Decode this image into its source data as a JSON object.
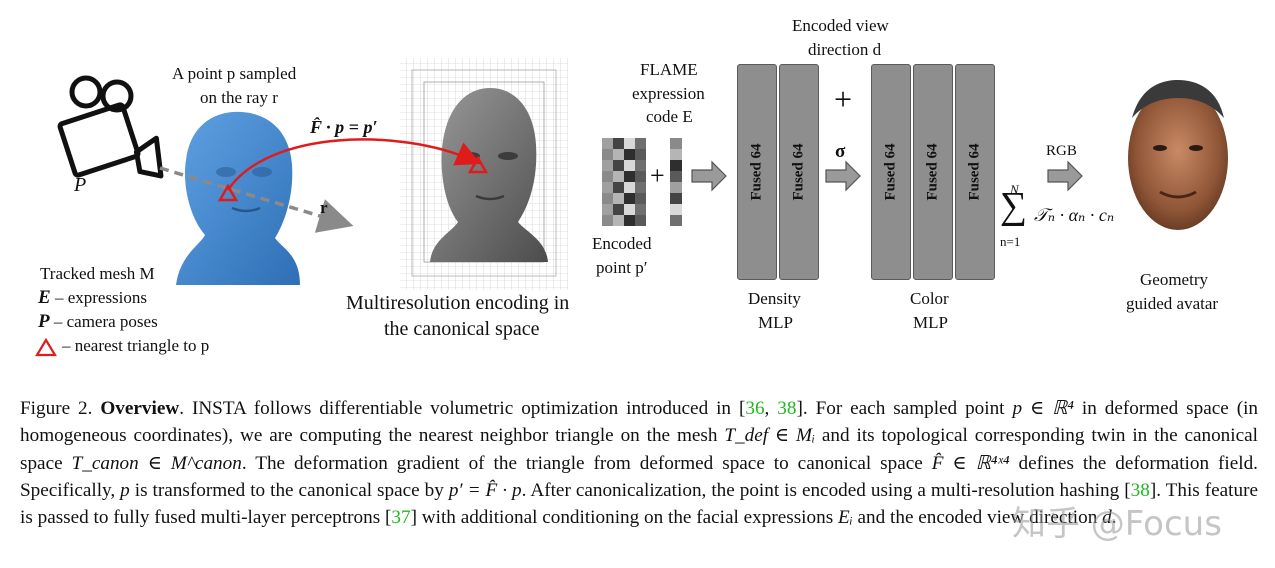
{
  "figure": {
    "camera_label": "P",
    "point_label_line1": "A point p sampled",
    "point_label_line2": "on the ray r",
    "ray_label": "r",
    "transform_eq": "F̂ · p = p′",
    "tracked_mesh_label": "Tracked mesh M",
    "legend": [
      {
        "symbol": "E",
        "text": "– expressions"
      },
      {
        "symbol": "P",
        "text": "– camera poses"
      },
      {
        "symbol": "",
        "text": "– nearest triangle to p"
      }
    ],
    "multires_line1": "Multiresolution encoding in",
    "multires_line2": "the canonical space",
    "flame_line1": "FLAME",
    "flame_line2": "expression",
    "flame_line3": "code E",
    "encoded_point_line1": "Encoded",
    "encoded_point_line2": "point p′",
    "plus_small": "+",
    "view_dir_line1": "Encoded view",
    "view_dir_line2": "direction d",
    "plus_large": "+",
    "sigma": "σ",
    "fused_label": "Fused 64",
    "density_line1": "Density",
    "density_line2": "MLP",
    "color_line1": "Color",
    "color_line2": "MLP",
    "sum_top": "N",
    "sum_symbol": "∑",
    "sum_bottom": "n=1",
    "sum_expr": "𝒯ₙ · αₙ · cₙ",
    "rgb": "RGB",
    "geometry_line1": "Geometry",
    "geometry_line2": "guided avatar"
  },
  "caption": {
    "fig_num": "Figure 2.",
    "heading": "Overview",
    "t1": ". INSTA follows differentiable volumetric optimization introduced in [",
    "c1": "36",
    "t1b": ", ",
    "c2": "38",
    "t2": "]. For each sampled point ",
    "m1": "p ∈ ℝ⁴",
    "t3": " in deformed space (in homogeneous coordinates), we are computing the nearest neighbor triangle on the mesh ",
    "m2": "T_def ∈ Mᵢ",
    "t4": " and its topological corresponding twin in the canonical space ",
    "m3": "T_canon ∈ M^canon",
    "t5": ". The deformation gradient of the triangle from deformed space to canonical space ",
    "m4": "F̂ ∈ ℝ⁴ˣ⁴",
    "t6": " defines the deformation field. Specifically, ",
    "m5": "p",
    "t7": " is transformed to the canonical space by ",
    "m6": "p′ = F̂ · p",
    "t8": ". After canonicalization, the point is encoded using a multi-resolution hashing [",
    "c3": "38",
    "t9": "]. This feature is passed to fully fused multi-layer perceptrons [",
    "c4": "37",
    "t10": "] with additional conditioning on the facial expressions ",
    "m7": "Eᵢ",
    "t11": " and the encoded view direction ",
    "m8": "d",
    "t12": "."
  },
  "watermark": "知乎 @Focus",
  "colors": {
    "mesh_blue": "#3f86cf",
    "canonical_gray": "#6e6e6e",
    "red": "#e01b1b",
    "mlp_gray": "#8e8e8e",
    "cite_green": "#1fb81f"
  }
}
